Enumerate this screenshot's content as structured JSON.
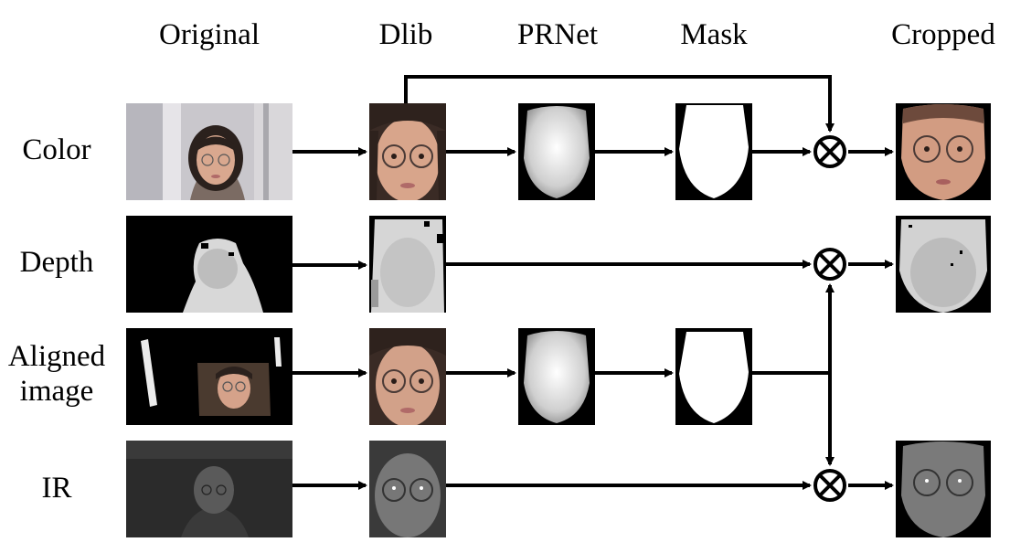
{
  "columns": {
    "original": "Original",
    "dlib": "Dlib",
    "prnet": "PRNet",
    "mask": "Mask",
    "cropped": "Cropped"
  },
  "rows": {
    "color": "Color",
    "depth": "Depth",
    "aligned_line1": "Aligned",
    "aligned_line2": "image",
    "ir": "IR"
  },
  "operator_symbol": "⊗"
}
